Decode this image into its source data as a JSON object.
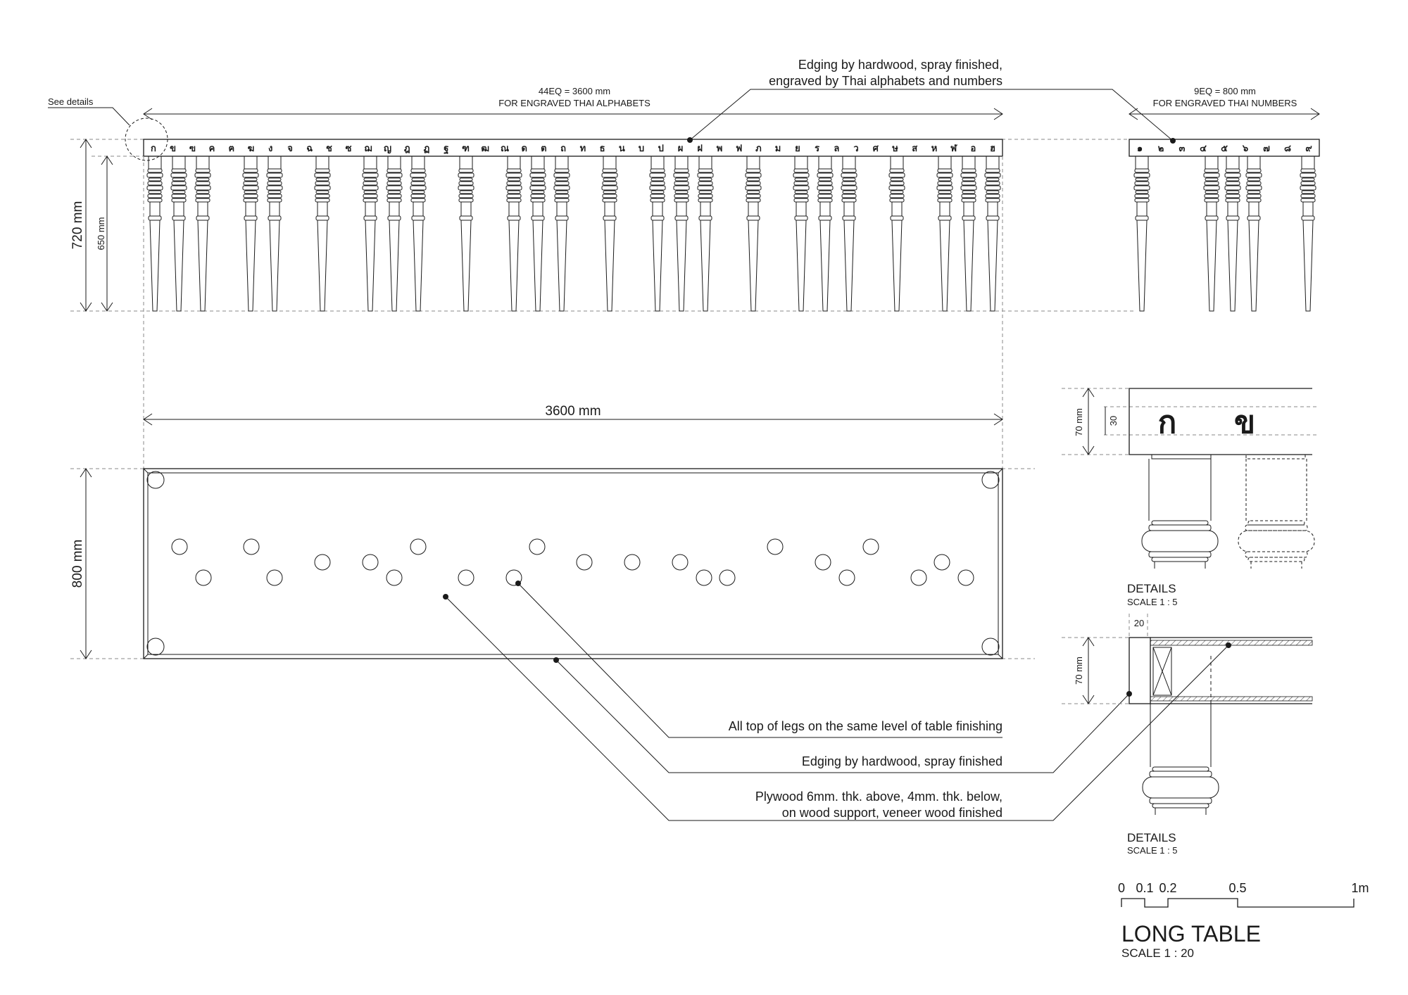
{
  "elevation": {
    "see_details": "See details",
    "edging_note_line1": "Edging by hardwood, spray finished,",
    "edging_note_line2": "engraved by Thai alphabets and numbers",
    "alphabet_dim_line1": "44EQ = 3600 mm",
    "alphabet_dim_line2": "FOR ENGRAVED THAI ALPHABETS",
    "numbers_dim_line1": "9EQ = 800 mm",
    "numbers_dim_line2": "FOR ENGRAVED THAI NUMBERS",
    "height_total": "720 mm",
    "height_leg": "650 mm",
    "thai_alphabets": [
      "ก",
      "ข",
      "ฃ",
      "ค",
      "ฅ",
      "ฆ",
      "ง",
      "จ",
      "ฉ",
      "ช",
      "ซ",
      "ฌ",
      "ญ",
      "ฎ",
      "ฏ",
      "ฐ",
      "ฑ",
      "ฒ",
      "ณ",
      "ด",
      "ต",
      "ถ",
      "ท",
      "ธ",
      "น",
      "บ",
      "ป",
      "ผ",
      "ฝ",
      "พ",
      "ฟ",
      "ภ",
      "ม",
      "ย",
      "ร",
      "ล",
      "ว",
      "ศ",
      "ษ",
      "ส",
      "ห",
      "ฬ",
      "อ",
      "ฮ"
    ],
    "thai_numbers": [
      "๑",
      "๒",
      "๓",
      "๔",
      "๕",
      "๖",
      "๗",
      "๘",
      "๙"
    ]
  },
  "plan": {
    "length_label": "3600 mm",
    "width_label": "800 mm",
    "note_legs": "All top of legs on the same level of table finishing",
    "note_edging": "Edging by hardwood, spray finished",
    "note_plywood_line1": "Plywood 6mm. thk. above, 4mm. thk. below,",
    "note_plywood_line2": "on wood support, veneer wood finished"
  },
  "detail_top": {
    "height_label": "70 mm",
    "engrave_label": "30",
    "glyphs": [
      "ก",
      "ข"
    ],
    "title": "DETAILS",
    "scale": "SCALE 1 : 5"
  },
  "detail_bottom": {
    "width_label": "20",
    "height_label": "70 mm",
    "title": "DETAILS",
    "scale": "SCALE 1 : 5"
  },
  "scale_bar": {
    "ticks": [
      "0",
      "0.1",
      "0.2",
      "0.5",
      "1m"
    ]
  },
  "title_block": {
    "title": "LONG TABLE",
    "scale": "SCALE 1 : 20"
  }
}
